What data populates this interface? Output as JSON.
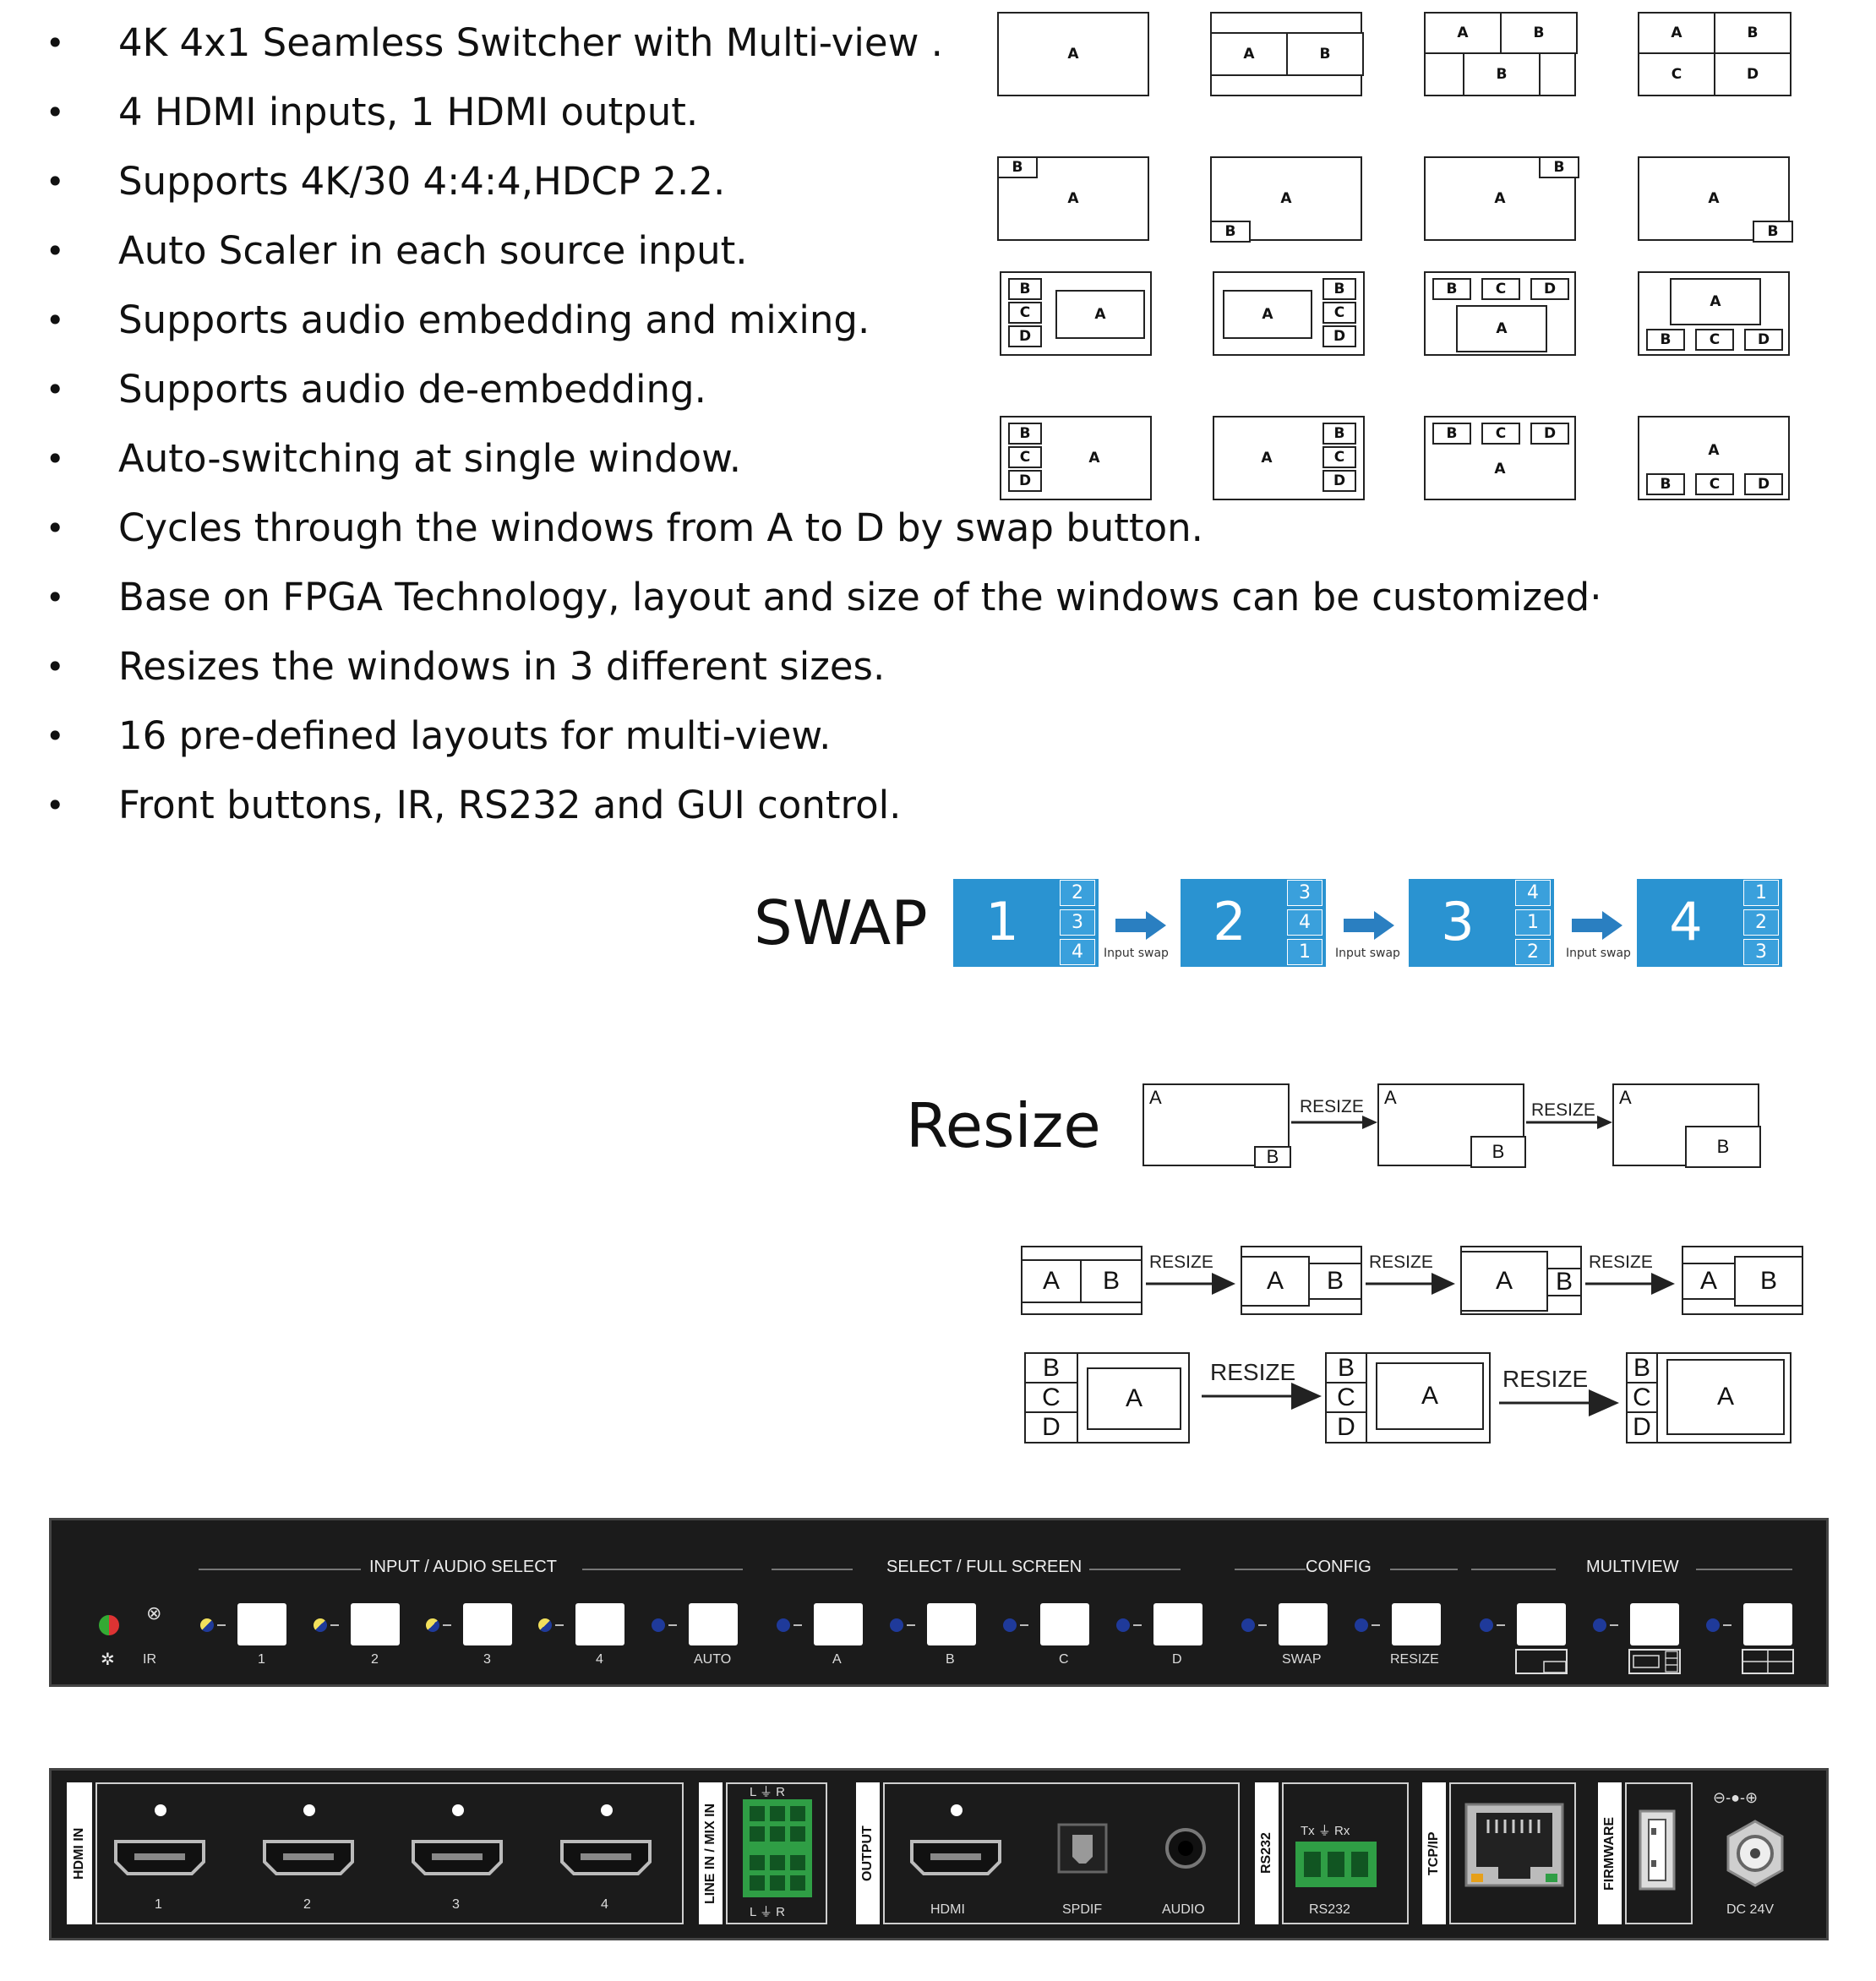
{
  "features": [
    "4K 4x1 Seamless Switcher with Multi-view .",
    "4 HDMI inputs, 1 HDMI output.",
    "Supports 4K/30 4:4:4,HDCP 2.2.",
    "Auto Scaler in each source input.",
    "Supports audio embedding and mixing.",
    "Supports audio de-embedding.",
    "Auto-switching at single window.",
    "Cycles through the windows from A to D by swap button.",
    "Base on FPGA Technology, layout and size of the windows can be customized·",
    "Resizes the windows in 3 different sizes.",
    "16 pre-defined layouts for multi-view.",
    "Front buttons, IR, RS232 and GUI control."
  ],
  "bullet": "•",
  "windows": {
    "a": "A",
    "b": "B",
    "c": "C",
    "d": "D"
  },
  "swap": {
    "title": "SWAP",
    "arrow_label": "Input swap",
    "sequence": [
      {
        "main": "1",
        "subs": [
          "2",
          "3",
          "4"
        ]
      },
      {
        "main": "2",
        "subs": [
          "3",
          "4",
          "1"
        ]
      },
      {
        "main": "3",
        "subs": [
          "4",
          "1",
          "2"
        ]
      },
      {
        "main": "4",
        "subs": [
          "1",
          "2",
          "3"
        ]
      }
    ]
  },
  "resize": {
    "title": "Resize",
    "step_label": "RESIZE"
  },
  "front_panel": {
    "group_input": "INPUT / AUDIO SELECT",
    "group_select": "SELECT / FULL SCREEN",
    "group_config": "CONFIG",
    "group_multiview": "MULTIVIEW",
    "ir": "IR",
    "btn_1": "1",
    "btn_2": "2",
    "btn_3": "3",
    "btn_4": "4",
    "btn_auto": "AUTO",
    "btn_a": "A",
    "btn_b": "B",
    "btn_c": "C",
    "btn_d": "D",
    "btn_swap": "SWAP",
    "btn_resize": "RESIZE"
  },
  "rear_panel": {
    "hdmi_in": "HDMI IN",
    "in_1": "1",
    "in_2": "2",
    "in_3": "3",
    "in_4": "4",
    "line_in": "LINE IN / MIX IN",
    "terminal_top": "L ⏚ R",
    "terminal_bottom": "L ⏚ R",
    "output": "OUTPUT",
    "out_hdmi": "HDMI",
    "spdif": "SPDIF",
    "audio": "AUDIO",
    "rs232_side": "RS232",
    "rs232_pins": "Tx ⏚ Rx",
    "rs232": "RS232",
    "tcpip": "TCP/IP",
    "firmware": "FIRMWARE",
    "dc_polarity": "⊖-●-⊕",
    "dc": "DC 24V"
  }
}
